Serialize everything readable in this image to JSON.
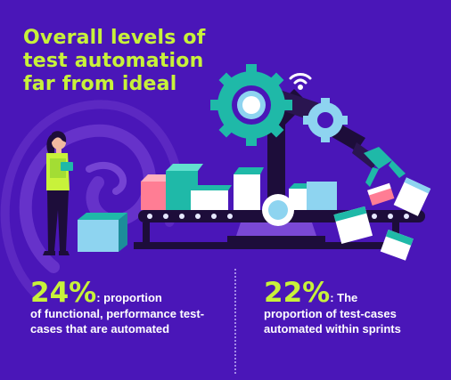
{
  "headline": {
    "line1": "Overall levels of",
    "line2": "test automation",
    "line3": "far from ideal"
  },
  "stats": [
    {
      "percent": "24%",
      "text_first": ": proportion",
      "text_rest": "of functional, performance test-cases that are automated"
    },
    {
      "percent": "22%",
      "text_first": ": The",
      "text_rest": "proportion of test-cases automated within sprints"
    }
  ],
  "colors": {
    "background": "#4a16b8",
    "accent": "#c8f23a",
    "text": "#ffffff",
    "teal": "#1fb9a8",
    "light_blue": "#8ed4f0",
    "pink": "#ff7d94"
  },
  "icons": [
    "robot-arm-icon",
    "gear-icon",
    "wifi-icon",
    "conveyor-belt-icon",
    "box-icon",
    "person-with-tablet-icon",
    "swirl-decoration"
  ]
}
